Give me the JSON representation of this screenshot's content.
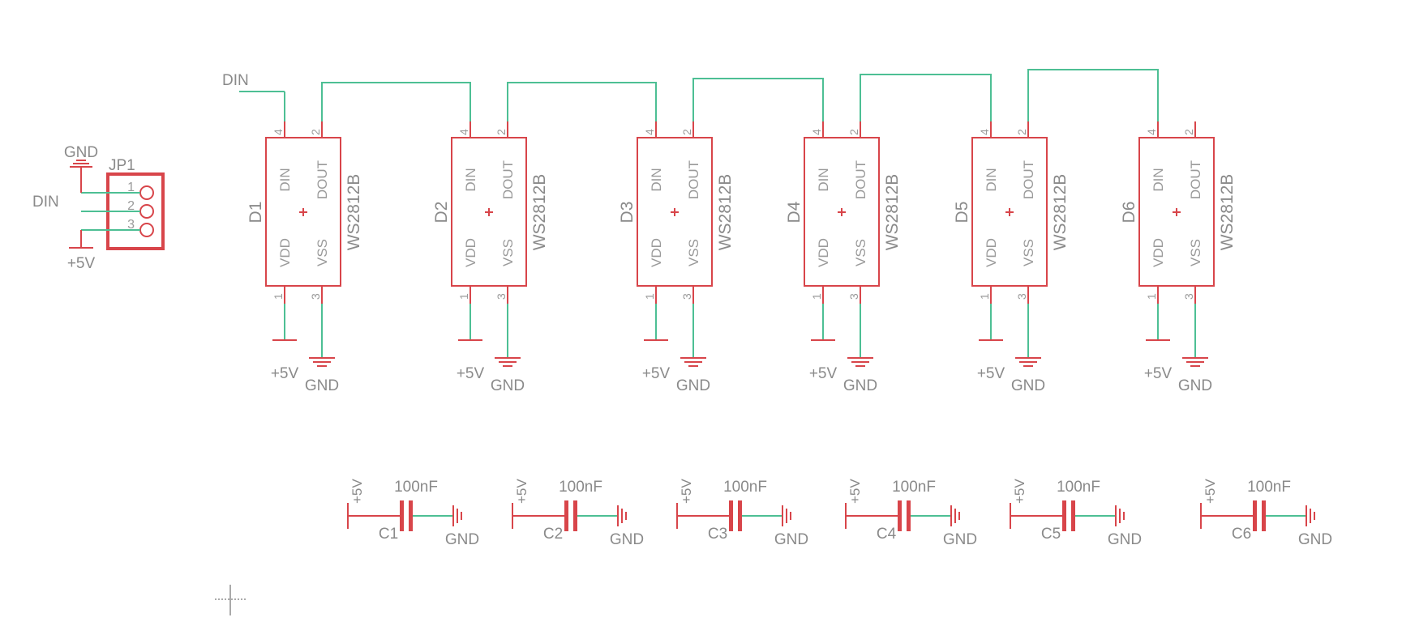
{
  "colors": {
    "part": "#d8454a",
    "wire": "#4dbf94",
    "text": "#8a8a8a"
  },
  "header": {
    "input_net": "DIN",
    "connector_name": "JP1",
    "connector_pins": [
      "1",
      "2",
      "3"
    ],
    "gnd_label": "GND",
    "din_label": "DIN",
    "vcc_label": "+5V"
  },
  "leds": [
    {
      "name": "D1",
      "part": "WS2812B"
    },
    {
      "name": "D2",
      "part": "WS2812B"
    },
    {
      "name": "D3",
      "part": "WS2812B"
    },
    {
      "name": "D4",
      "part": "WS2812B"
    },
    {
      "name": "D5",
      "part": "WS2812B"
    },
    {
      "name": "D6",
      "part": "WS2812B"
    }
  ],
  "led_pins": {
    "din": "DIN",
    "dout": "DOUT",
    "vdd": "VDD",
    "vss": "VSS",
    "n_din": "4",
    "n_dout": "2",
    "n_vdd": "1",
    "n_vss": "3"
  },
  "supply": {
    "vcc": "+5V",
    "gnd": "GND"
  },
  "capacitors": [
    {
      "name": "C1",
      "value": "100nF"
    },
    {
      "name": "C2",
      "value": "100nF"
    },
    {
      "name": "C3",
      "value": "100nF"
    },
    {
      "name": "C4",
      "value": "100nF"
    },
    {
      "name": "C5",
      "value": "100nF"
    },
    {
      "name": "C6",
      "value": "100nF"
    }
  ]
}
